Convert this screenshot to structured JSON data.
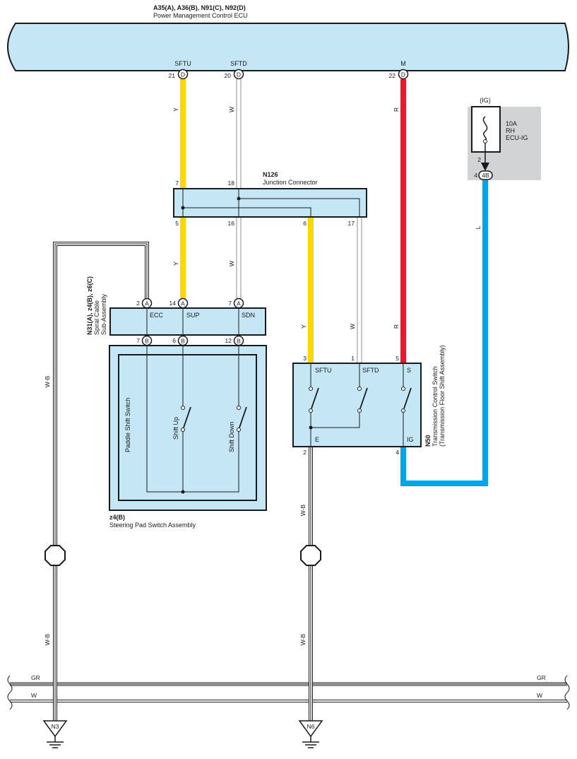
{
  "ecu": {
    "title": "A35(A), A36(B), N91(C), N92(D)",
    "subtitle": "Power Management Control ECU",
    "pins": [
      {
        "name": "SFTU",
        "num": "21",
        "conn": "D"
      },
      {
        "name": "SFTD",
        "num": "20",
        "conn": "D"
      },
      {
        "name": "M",
        "num": "22",
        "conn": "D"
      }
    ]
  },
  "fuse": {
    "group": "(IG)",
    "rating": "10A",
    "line2": "RH",
    "line3": "ECU-IG",
    "pin_top": "2",
    "pin_side": "4",
    "conn": "4B"
  },
  "junction": {
    "title": "N126",
    "subtitle": "Junction Connector",
    "top_pins": [
      "7",
      "18"
    ],
    "bottom_pins": [
      "5",
      "16",
      "6",
      "17"
    ]
  },
  "spiral": {
    "title": "N31(A), z4(B), z6(C)",
    "line2": "Spiral Cable",
    "line3": "Sub-Assembly",
    "top_pins": [
      {
        "num": "2",
        "conn": "A",
        "label": "ECC"
      },
      {
        "num": "14",
        "conn": "A",
        "label": "SUP"
      },
      {
        "num": "7",
        "conn": "A",
        "label": "SDN"
      }
    ],
    "bottom_pins": [
      {
        "num": "7",
        "conn": "B"
      },
      {
        "num": "6",
        "conn": "B"
      },
      {
        "num": "12",
        "conn": "B"
      }
    ]
  },
  "paddle": {
    "title": "Paddle Shift Switch",
    "up": "Shift Up",
    "down": "Shift Down",
    "assembly_id": "z4(B)",
    "assembly_name": "Steering Pad Switch Assembly"
  },
  "trans": {
    "title": "N50",
    "line2": "Transmission Control Switch",
    "line3": "(Transmission Floor Shift Assembly)",
    "top_pins": [
      {
        "num": "3",
        "label": "SFTU"
      },
      {
        "num": "1",
        "label": "SFTD"
      },
      {
        "num": "5",
        "label": "S"
      }
    ],
    "bottom_pins": [
      {
        "num": "2",
        "label": "E"
      },
      {
        "num": "4",
        "label": "IG"
      }
    ]
  },
  "wires": {
    "y": "Y",
    "w": "W",
    "r": "R",
    "l": "L",
    "wb": "W-B",
    "gr": "GR"
  },
  "grounds": {
    "left": "N3",
    "right": "N6"
  },
  "colors": {
    "yellow": "#ffd700",
    "red": "#e8192c",
    "blue": "#00a6e6",
    "gray": "#8c8c8c",
    "box_fill": "#c4e6f5",
    "fuse_panel": "#d2d3d5"
  }
}
